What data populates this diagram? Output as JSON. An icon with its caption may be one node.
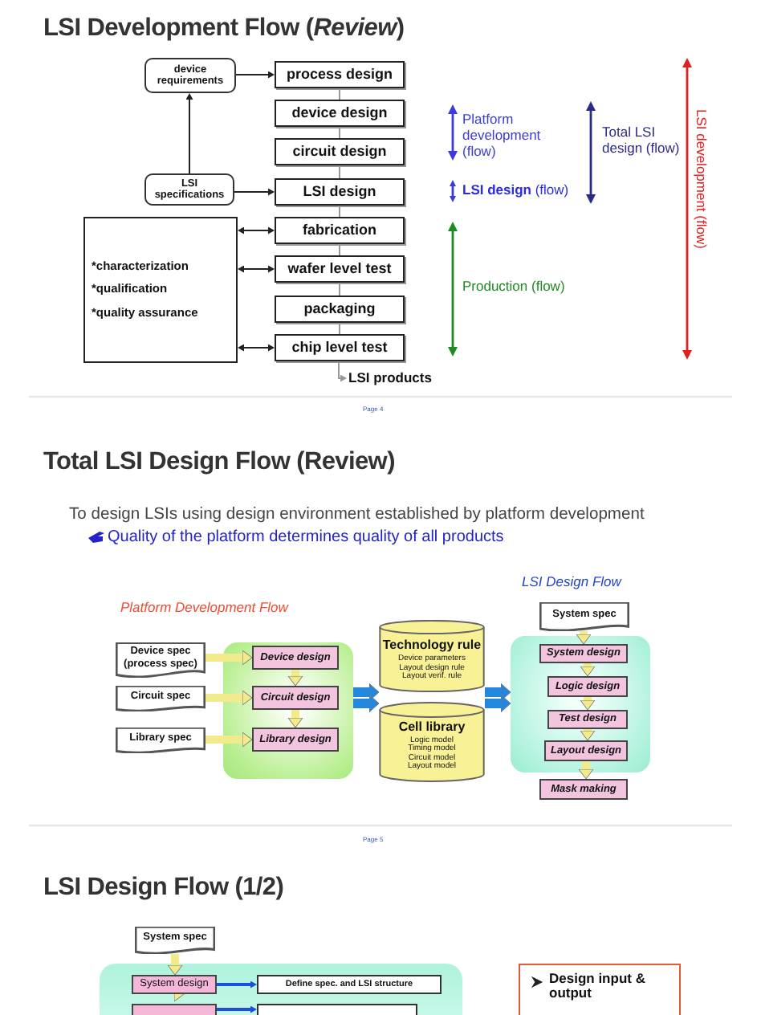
{
  "diagram": {
    "nodes": [
      {
        "text": [
          "device requirements"
        ]
      },
      {
        "text": [
          "process design"
        ]
      },
      {
        "text": [
          "device design"
        ]
      },
      {
        "text": [
          "circuit design"
        ]
      },
      {
        "text": [
          "LSI specifications"
        ]
      },
      {
        "text": [
          "LSI design"
        ]
      },
      {
        "text": [
          "*characterization",
          "*qualification",
          "*quality assurance"
        ]
      },
      {
        "text": [
          "fabrication"
        ]
      },
      {
        "text": [
          "wafer level test"
        ]
      },
      {
        "text": [
          "packaging"
        ]
      },
      {
        "text": [
          "chip level test"
        ]
      },
      {
        "text": [
          "LSI products"
        ]
      },
      {
        "text": [],
        "shape": "box"
      },
      {
        "text": [
          "Device spec (process spec)"
        ]
      },
      {
        "text": [
          "Circuit spec"
        ]
      },
      {
        "text": [
          "Library spec"
        ]
      },
      {
        "text": [
          "Device design"
        ],
        "in": 12
      },
      {
        "text": [
          "Circuit design"
        ],
        "in": 12
      },
      {
        "text": [
          "Library design"
        ],
        "in": 12
      },
      {
        "text": [
          "Technology rule",
          "Device parameters",
          "Layout design rule",
          "Layout verif. rule"
        ]
      },
      {
        "text": [
          "Cell library",
          "Logic model",
          "Timing model",
          "Circuit model",
          "Layout model"
        ]
      },
      {
        "text": [],
        "shape": "box"
      },
      {
        "text": [
          "System spec"
        ]
      },
      {
        "text": [
          "System design"
        ],
        "in": 21
      },
      {
        "text": [
          "Logic design"
        ],
        "in": 21
      },
      {
        "text": [
          "Test design"
        ],
        "in": 21
      },
      {
        "text": [
          "Layout design"
        ],
        "in": 21
      },
      {
        "text": [
          "Mask making"
        ]
      },
      {
        "text": [],
        "shape": "box"
      },
      {
        "text": [
          "System spec"
        ]
      },
      {
        "text": [
          "System design"
        ],
        "in": 28
      },
      {
        "text": [
          "Define spec. and LSI structure"
        ],
        "in": 28
      },
      {
        "text": [],
        "shape": "box",
        "in": 28
      },
      {
        "text": [],
        "shape": "box",
        "in": 28
      },
      {
        "text": [
          "Design input & output"
        ]
      }
    ],
    "edges": [
      {
        "from": 0,
        "to": 1,
        "arrow": "to",
        "color": "#222222"
      },
      {
        "from": 4,
        "to": 0,
        "arrow": "to",
        "color": "#222222"
      },
      {
        "from": 4,
        "to": 5,
        "arrow": "to",
        "color": "#222222"
      },
      {
        "from": 6,
        "to": 7,
        "arrow": "both",
        "color": "#222222"
      },
      {
        "from": 6,
        "to": 8,
        "arrow": "both",
        "color": "#222222"
      },
      {
        "from": 6,
        "to": 10,
        "arrow": "both",
        "color": "#222222"
      },
      {
        "from": 1,
        "to": 2,
        "arrow": "none",
        "color": "#999999"
      },
      {
        "from": 2,
        "to": 3,
        "arrow": "none",
        "color": "#999999"
      },
      {
        "from": 3,
        "to": 5,
        "arrow": "none",
        "color": "#999999"
      },
      {
        "from": 5,
        "to": 7,
        "arrow": "none",
        "color": "#999999"
      },
      {
        "from": 7,
        "to": 8,
        "arrow": "none",
        "color": "#999999"
      },
      {
        "from": 8,
        "to": 9,
        "arrow": "none",
        "color": "#999999"
      },
      {
        "from": 9,
        "to": 10,
        "arrow": "none",
        "color": "#999999"
      },
      {
        "from": 10,
        "to": 11,
        "arrow": "to",
        "color": "#999999"
      },
      {
        "from": 13,
        "to": 16,
        "arrow": "to",
        "style": "thick",
        "color": "#f3ea8c"
      },
      {
        "from": 14,
        "to": 17,
        "arrow": "to",
        "style": "thick",
        "color": "#f3ea8c"
      },
      {
        "from": 15,
        "to": 18,
        "arrow": "to",
        "style": "thick",
        "color": "#f3ea8c"
      },
      {
        "from": 16,
        "to": 17,
        "arrow": "to",
        "style": "thick",
        "color": "#f3ea8c"
      },
      {
        "from": 17,
        "to": 18,
        "arrow": "to",
        "style": "thick",
        "color": "#f3ea8c"
      },
      {
        "from": 12,
        "to": 19,
        "arrow": "to",
        "style": "thick",
        "color": "#2288dd"
      },
      {
        "from": 12,
        "to": 20,
        "arrow": "to",
        "style": "thick",
        "color": "#2288dd"
      },
      {
        "from": 19,
        "to": 21,
        "arrow": "to",
        "style": "thick",
        "color": "#2288dd"
      },
      {
        "from": 20,
        "to": 21,
        "arrow": "to",
        "style": "thick",
        "color": "#2288dd"
      },
      {
        "from": 22,
        "to": 23,
        "arrow": "to",
        "style": "thick",
        "color": "#f3ea8c"
      },
      {
        "from": 23,
        "to": 24,
        "arrow": "to",
        "style": "thick",
        "color": "#f3ea8c"
      },
      {
        "from": 24,
        "to": 25,
        "arrow": "to",
        "style": "thick",
        "color": "#f3ea8c"
      },
      {
        "from": 25,
        "to": 26,
        "arrow": "to",
        "style": "thick",
        "color": "#f3ea8c"
      },
      {
        "from": 26,
        "to": 27,
        "arrow": "to",
        "style": "thick",
        "color": "#f3ea8c"
      },
      {
        "from": 29,
        "to": 30,
        "arrow": "to",
        "style": "thick",
        "color": "#f3ea8c"
      },
      {
        "from": 30,
        "to": 31,
        "arrow": "to",
        "color": "#1a4fe0"
      },
      {
        "from": 30,
        "to": 32,
        "arrow": "to",
        "style": "thick",
        "color": "#f3ea8c"
      },
      {
        "from": 32,
        "to": 33,
        "arrow": "to",
        "color": "#1a4fe0"
      }
    ],
    "labels": [
      "LSI Development Flow (*Review*)",
      "Platform development (flow)",
      "Total LSI design (flow)",
      "LSI development (flow)",
      "**LSI design** (flow)",
      "Production (flow)",
      "Page 4",
      "Total LSI Design Flow (Review)",
      "To design LSIs using design environment established by platform development",
      "Quality of the platform determines quality of all products",
      "LSI Design Flow",
      "Platform Development Flow",
      "Page 5",
      "LSI Design Flow (1/2)"
    ]
  }
}
